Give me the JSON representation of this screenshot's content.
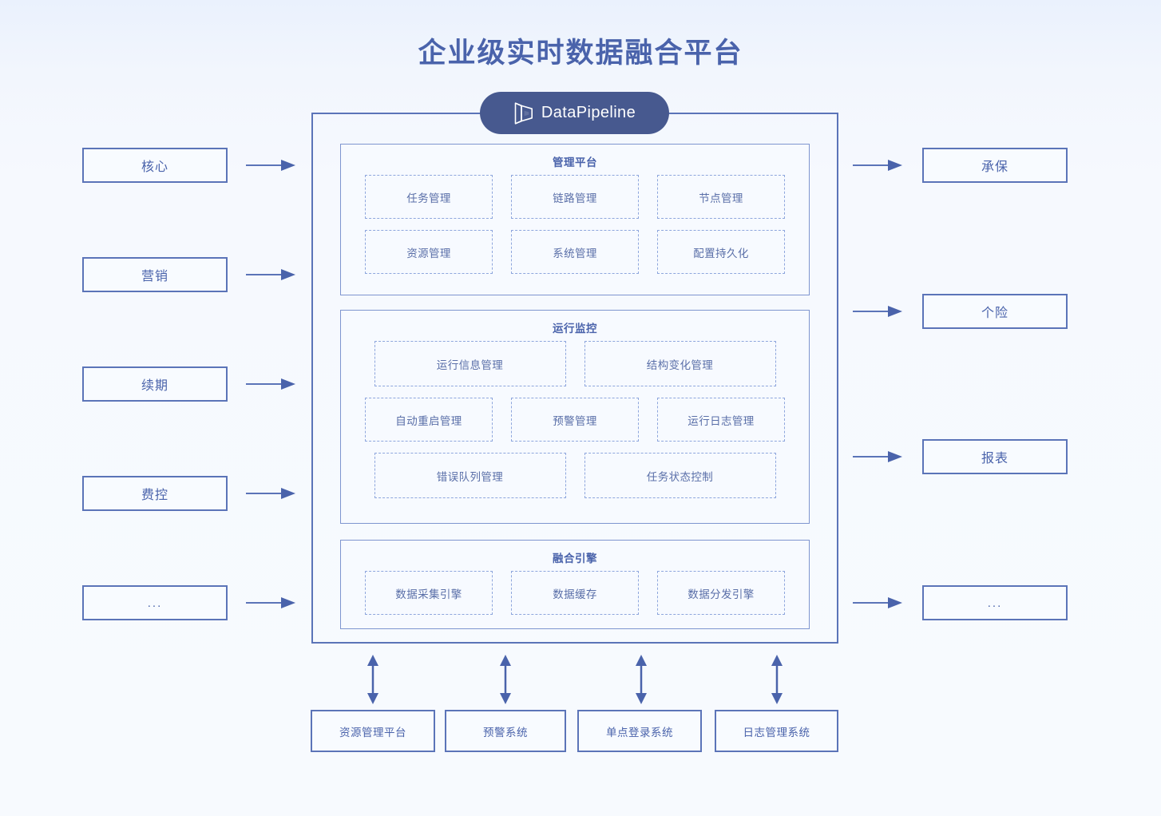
{
  "page": {
    "title": "企业级实时数据融合平台",
    "accent_color": "#4a63ab",
    "border_color": "#5b74b8",
    "badge_color": "#47598f",
    "background_color": "#f6f9fe"
  },
  "logo": {
    "text": "DataPipeline",
    "icon": "datapipeline-3d-d-icon"
  },
  "inputs": [
    {
      "label": "核心"
    },
    {
      "label": "营销"
    },
    {
      "label": "续期"
    },
    {
      "label": "费控"
    },
    {
      "label": "..."
    }
  ],
  "outputs": [
    {
      "label": "承保"
    },
    {
      "label": "个险"
    },
    {
      "label": "报表"
    },
    {
      "label": "..."
    }
  ],
  "sections": [
    {
      "id": "manage",
      "title": "管理平台",
      "rows": [
        [
          {
            "label": "任务管理"
          },
          {
            "label": "链路管理"
          },
          {
            "label": "节点管理"
          }
        ],
        [
          {
            "label": "资源管理"
          },
          {
            "label": "系统管理"
          },
          {
            "label": "配置持久化"
          }
        ]
      ]
    },
    {
      "id": "monitor",
      "title": "运行监控",
      "rows": [
        [
          {
            "label": "运行信息管理"
          },
          {
            "label": "结构变化管理"
          }
        ],
        [
          {
            "label": "自动重启管理"
          },
          {
            "label": "预警管理"
          },
          {
            "label": "运行日志管理"
          }
        ],
        [
          {
            "label": "错误队列管理"
          },
          {
            "label": "任务状态控制"
          }
        ]
      ]
    },
    {
      "id": "engine",
      "title": "融合引擎",
      "rows": [
        [
          {
            "label": "数据采集引擎"
          },
          {
            "label": "数据缓存"
          },
          {
            "label": "数据分发引擎"
          }
        ]
      ]
    }
  ],
  "bottom_systems": [
    {
      "label": "资源管理平台"
    },
    {
      "label": "预警系统"
    },
    {
      "label": "单点登录系统"
    },
    {
      "label": "日志管理系统"
    }
  ]
}
